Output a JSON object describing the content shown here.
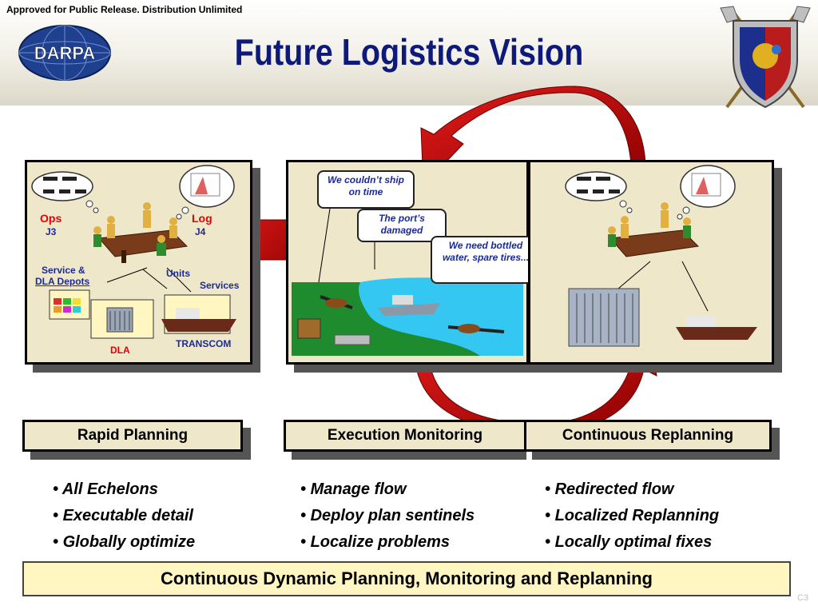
{
  "header": {
    "release_notice": "Approved for Public Release.  Distribution Unlimited",
    "logo_text": "DARPA",
    "title": "Future Logistics Vision"
  },
  "rapid_panel": {
    "ops": "Ops",
    "j3": "J3",
    "log": "Log",
    "j4": "J4",
    "service_line1": "Service &",
    "service_line2": "DLA Depots",
    "units": "Units",
    "services": "Services",
    "dla": "DLA",
    "transcom": "TRANSCOM"
  },
  "monitor_panel": {
    "bubble1": "We couldn’t ship on time",
    "bubble2": "The port’s damaged",
    "bubble3": "We need bottled water, spare tires..."
  },
  "phases": {
    "rapid": "Rapid Planning",
    "execution": "Execution Monitoring",
    "replanning": "Continuous Replanning"
  },
  "bullets": {
    "col1": [
      "All Echelons",
      "Executable detail",
      "Globally optimize"
    ],
    "col2": [
      "Manage flow",
      "Deploy plan sentinels",
      "Localize problems"
    ],
    "col3": [
      "Redirected flow",
      "Localized Replanning",
      "Locally optimal fixes"
    ]
  },
  "footer": {
    "banner": "Continuous Dynamic Planning, Monitoring and Replanning",
    "slide_number": "C3"
  },
  "colors": {
    "title": "#0d1a7a",
    "arrow": "#cc0000",
    "panel_fill": "#efe7c9",
    "banner_fill": "#fff6c2",
    "water": "#33c7f2",
    "land": "#1e8c2e"
  }
}
